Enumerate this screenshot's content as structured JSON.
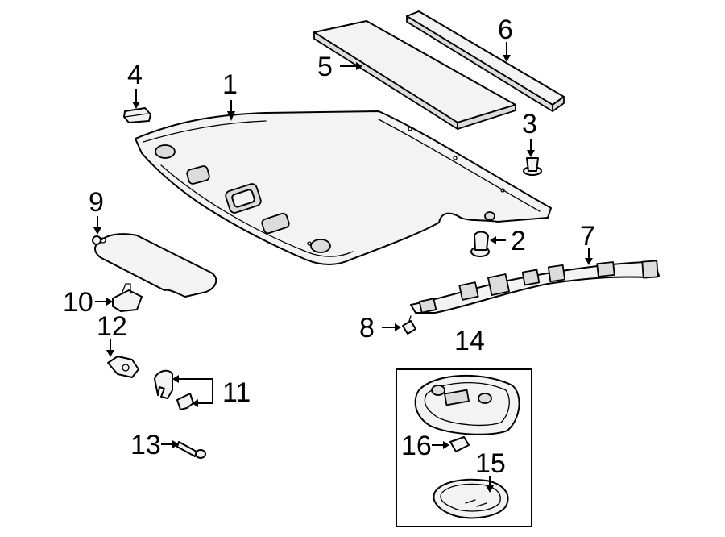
{
  "callouts": [
    {
      "id": "1",
      "text": "1"
    },
    {
      "id": "2",
      "text": "2"
    },
    {
      "id": "3",
      "text": "3"
    },
    {
      "id": "4",
      "text": "4"
    },
    {
      "id": "5",
      "text": "5"
    },
    {
      "id": "6",
      "text": "6"
    },
    {
      "id": "7",
      "text": "7"
    },
    {
      "id": "8",
      "text": "8"
    },
    {
      "id": "9",
      "text": "9"
    },
    {
      "id": "10",
      "text": "10"
    },
    {
      "id": "11",
      "text": "11"
    },
    {
      "id": "12",
      "text": "12"
    },
    {
      "id": "13",
      "text": "13"
    },
    {
      "id": "14",
      "text": "14"
    },
    {
      "id": "15",
      "text": "15"
    },
    {
      "id": "16",
      "text": "16"
    }
  ],
  "colors": {
    "line": "#000000",
    "fill": "#f3f3f3",
    "shade": "#dcdcdc",
    "background": "#ffffff"
  },
  "icons": [
    "headliner",
    "sunshade",
    "clip",
    "wire-harness",
    "dome-lamp"
  ]
}
